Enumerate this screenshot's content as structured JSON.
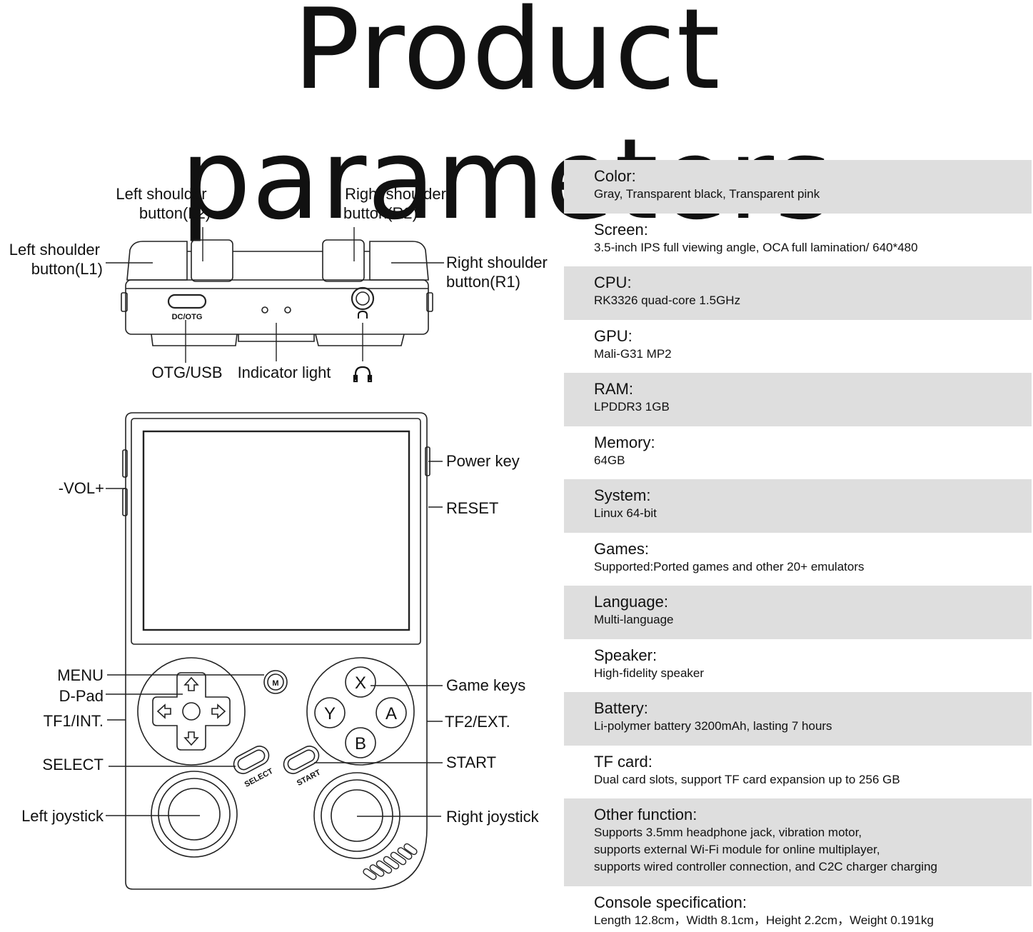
{
  "title": "Product parameters",
  "callouts": {
    "l2": [
      "Left shoulder",
      "button(L2)"
    ],
    "r2": [
      "Right shoulder",
      "button(R2)"
    ],
    "l1": [
      "Left shoulder",
      "button(L1)"
    ],
    "r1": [
      "Right shoulder",
      "button(R1)"
    ],
    "otg_usb": "OTG/USB",
    "indicator": "Indicator light",
    "power": "Power key",
    "vol": "-VOL+",
    "reset": "RESET",
    "menu": "MENU",
    "dpad": "D-Pad",
    "tf1": "TF1/INT.",
    "select": "SELECT",
    "left_joystick": "Left joystick",
    "game_keys": "Game keys",
    "tf2": "TF2/EXT.",
    "start": "START",
    "right_joystick": "Right joystick"
  },
  "device_labels": {
    "dc_otg": "DC/OTG",
    "menu_btn": "M",
    "x": "X",
    "y": "Y",
    "a": "A",
    "b": "B",
    "select_small": "SELECT",
    "start_small": "START"
  },
  "specs": [
    {
      "title": "Color:",
      "value": "Gray, Transparent black, Transparent pink"
    },
    {
      "title": "Screen:",
      "value": "3.5-inch IPS full viewing angle, OCA full lamination/ 640*480"
    },
    {
      "title": "CPU:",
      "value": "RK3326 quad-core 1.5GHz"
    },
    {
      "title": "GPU:",
      "value": "Mali-G31 MP2"
    },
    {
      "title": "RAM:",
      "value": "LPDDR3  1GB"
    },
    {
      "title": "Memory:",
      "value": "64GB"
    },
    {
      "title": "System:",
      "value": "Linux 64-bit"
    },
    {
      "title": "Games:",
      "value": "Supported:Ported games and other 20+ emulators"
    },
    {
      "title": "Language:",
      "value": "Multi-language"
    },
    {
      "title": "Speaker:",
      "value": "High-fidelity speaker"
    },
    {
      "title": "Battery:",
      "value": "Li-polymer battery 3200mAh, lasting 7 hours"
    },
    {
      "title": "TF card:",
      "value": "Dual card slots, support TF card expansion up to 256 GB"
    },
    {
      "title": "Other function:",
      "value": "Supports 3.5mm headphone jack, vibration motor,\nsupports external Wi-Fi module for online multiplayer,\nsupports wired controller connection, and C2C charger charging"
    },
    {
      "title": "Console specification:",
      "value": "Length 12.8cm，Width 8.1cm，Height 2.2cm，Weight 0.191kg"
    }
  ]
}
